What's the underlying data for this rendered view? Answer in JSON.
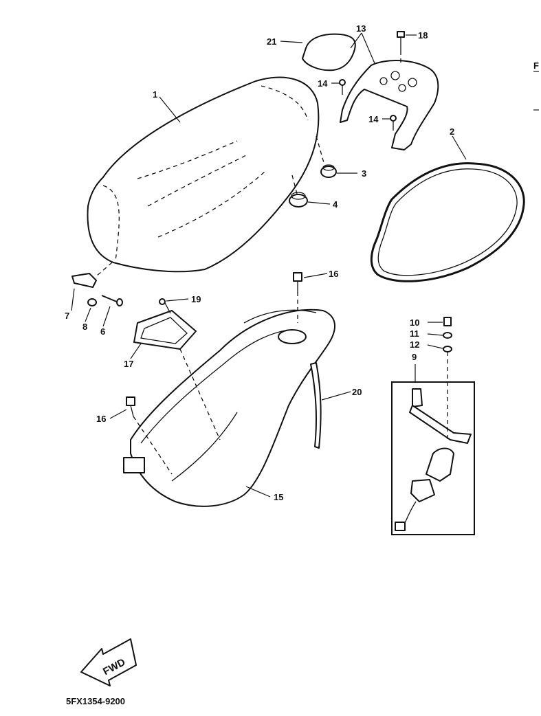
{
  "diagram": {
    "drawing_code": "5FX1354-9200",
    "fwd_label": "FWD",
    "margin_mark": "F",
    "callouts": [
      {
        "id": "c1",
        "text": "1"
      },
      {
        "id": "c2",
        "text": "2"
      },
      {
        "id": "c3",
        "text": "3"
      },
      {
        "id": "c4",
        "text": "4"
      },
      {
        "id": "c6",
        "text": "6"
      },
      {
        "id": "c7",
        "text": "7"
      },
      {
        "id": "c8",
        "text": "8"
      },
      {
        "id": "c9",
        "text": "9"
      },
      {
        "id": "c10",
        "text": "10"
      },
      {
        "id": "c11",
        "text": "11"
      },
      {
        "id": "c12",
        "text": "12"
      },
      {
        "id": "c13",
        "text": "13"
      },
      {
        "id": "c14a",
        "text": "14"
      },
      {
        "id": "c14b",
        "text": "14"
      },
      {
        "id": "c15",
        "text": "15"
      },
      {
        "id": "c16a",
        "text": "16"
      },
      {
        "id": "c16b",
        "text": "16"
      },
      {
        "id": "c17",
        "text": "17"
      },
      {
        "id": "c18",
        "text": "18"
      },
      {
        "id": "c19",
        "text": "19"
      },
      {
        "id": "c20",
        "text": "20"
      },
      {
        "id": "c21",
        "text": "21"
      }
    ]
  }
}
